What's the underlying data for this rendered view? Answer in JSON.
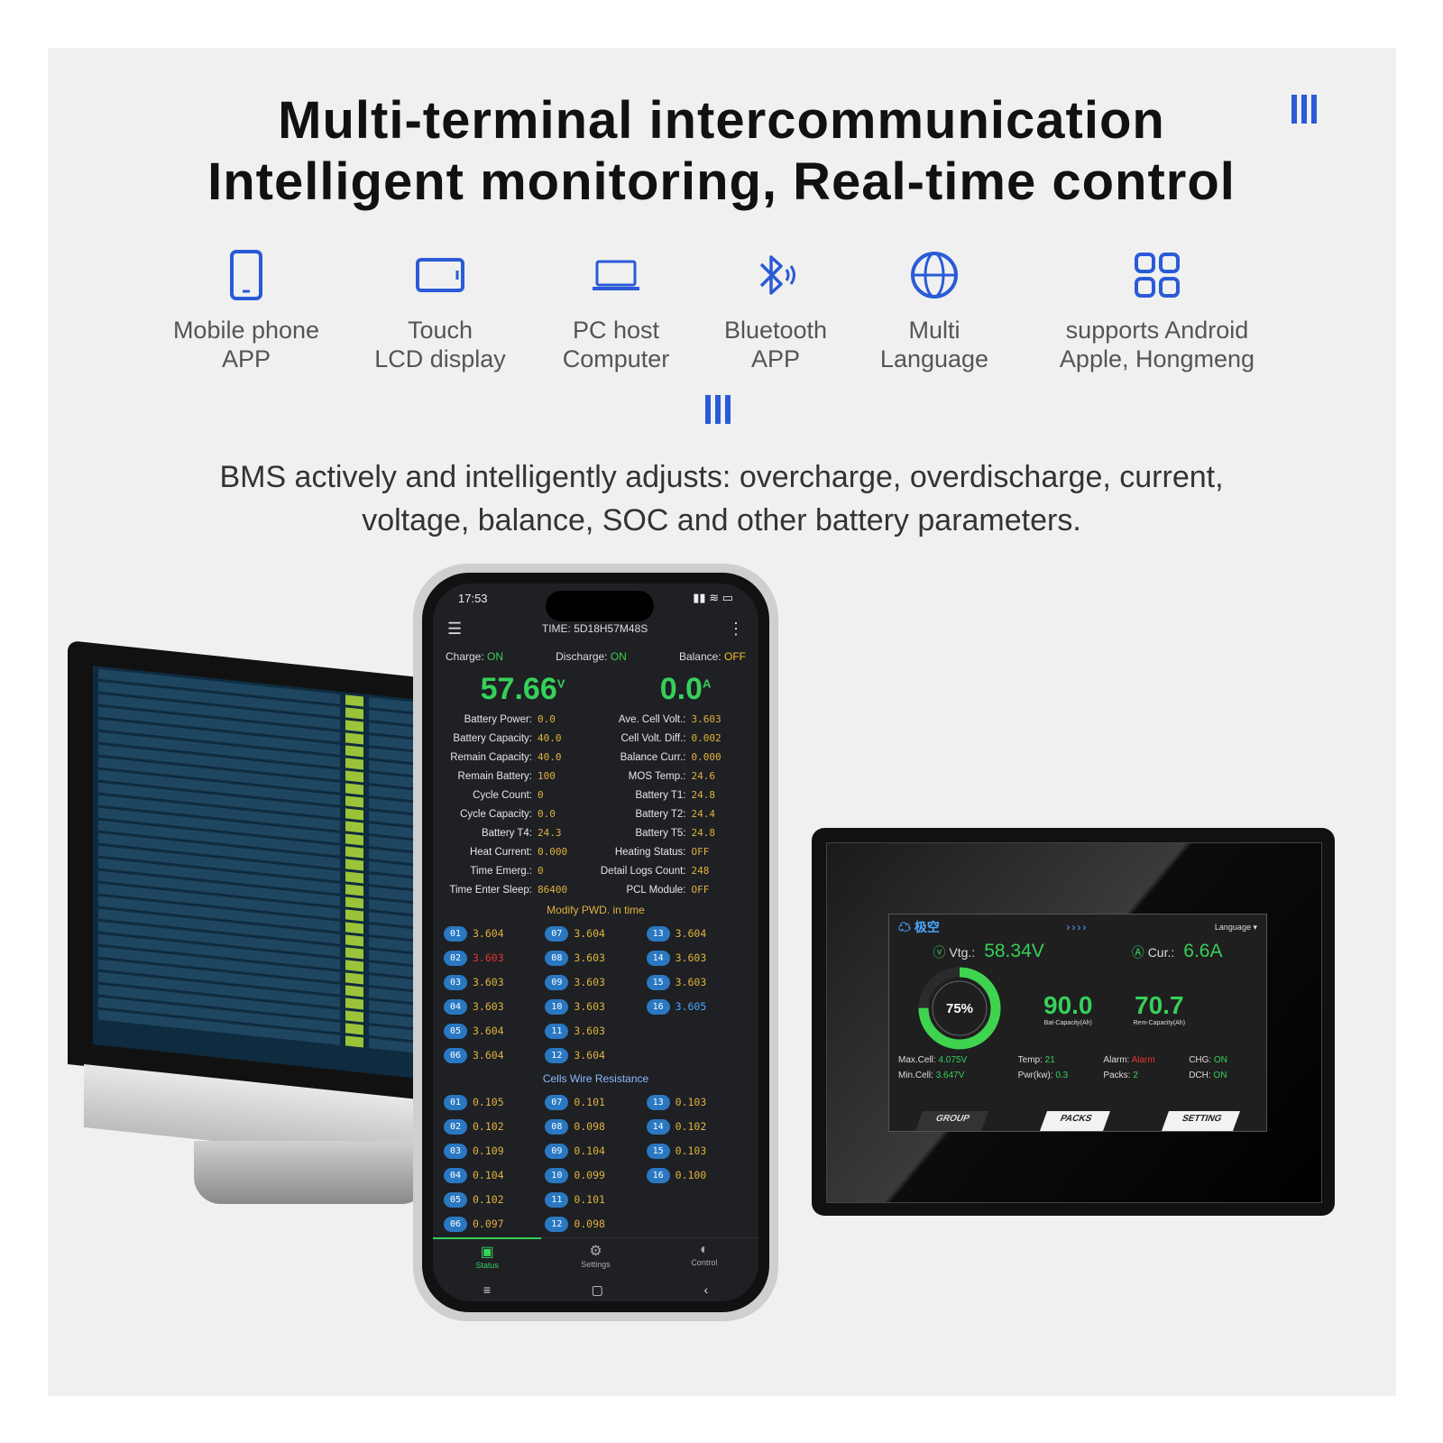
{
  "headline": {
    "line1": "Multi-terminal intercommunication",
    "line2": "Intelligent monitoring,  Real-time control"
  },
  "features": [
    {
      "icon": "mobile-phone-icon",
      "line1": "Mobile phone",
      "line2": "APP"
    },
    {
      "icon": "tablet-icon",
      "line1": "Touch",
      "line2": "LCD display"
    },
    {
      "icon": "laptop-icon",
      "line1": "PC host",
      "line2": "Computer"
    },
    {
      "icon": "bluetooth-icon",
      "line1": "Bluetooth",
      "line2": "APP"
    },
    {
      "icon": "globe-icon",
      "line1": "Multi",
      "line2": "Language"
    },
    {
      "icon": "apps-grid-icon",
      "line1": "supports Android",
      "line2": "Apple, Hongmeng"
    }
  ],
  "description": {
    "line1": "BMS actively and intelligently adjusts: overcharge, overdischarge, current,",
    "line2": "voltage, balance, SOC and other battery parameters."
  },
  "colors": {
    "accent": "#2a5bd7",
    "green": "#37d05a",
    "amber": "#e0b23c",
    "red": "#e8332f"
  },
  "phone": {
    "status_time": "17:53",
    "app_time": "TIME: 5D18H57M48S",
    "toggles": {
      "charge_label": "Charge:",
      "charge_value": "ON",
      "discharge_label": "Discharge:",
      "discharge_value": "ON",
      "balance_label": "Balance:",
      "balance_value": "OFF"
    },
    "voltage": "57.66",
    "voltage_unit": "V",
    "current": "0.0",
    "current_unit": "A",
    "params_left": [
      {
        "k": "Battery Power:",
        "v": "0.0"
      },
      {
        "k": "Battery Capacity:",
        "v": "40.0"
      },
      {
        "k": "Remain Capacity:",
        "v": "40.0"
      },
      {
        "k": "Remain Battery:",
        "v": "100"
      },
      {
        "k": "Cycle Count:",
        "v": "0"
      },
      {
        "k": "Cycle Capacity:",
        "v": "0.0"
      },
      {
        "k": "Battery T4:",
        "v": "24.3"
      },
      {
        "k": "Heat Current:",
        "v": "0.000"
      },
      {
        "k": "Time Emerg.:",
        "v": "0"
      },
      {
        "k": "Time Enter Sleep:",
        "v": "86400"
      }
    ],
    "params_right": [
      {
        "k": "Ave. Cell Volt.:",
        "v": "3.603"
      },
      {
        "k": "Cell Volt. Diff.:",
        "v": "0.002"
      },
      {
        "k": "Balance Curr.:",
        "v": "0.000"
      },
      {
        "k": "MOS Temp.:",
        "v": "24.6"
      },
      {
        "k": "Battery T1:",
        "v": "24.8"
      },
      {
        "k": "Battery T2:",
        "v": "24.4"
      },
      {
        "k": "Battery T5:",
        "v": "24.8"
      },
      {
        "k": "Heating Status:",
        "v": "OFF"
      },
      {
        "k": "Detail Logs Count:",
        "v": "248"
      },
      {
        "k": "PCL Module:",
        "v": "OFF"
      }
    ],
    "pwd_title": "Modify PWD. in time",
    "cells": [
      {
        "n": "01",
        "v": "3.604"
      },
      {
        "n": "07",
        "v": "3.604"
      },
      {
        "n": "13",
        "v": "3.604"
      },
      {
        "n": "02",
        "v": "3.603"
      },
      {
        "n": "08",
        "v": "3.603"
      },
      {
        "n": "14",
        "v": "3.603"
      },
      {
        "n": "03",
        "v": "3.603"
      },
      {
        "n": "09",
        "v": "3.603"
      },
      {
        "n": "15",
        "v": "3.603"
      },
      {
        "n": "04",
        "v": "3.603"
      },
      {
        "n": "10",
        "v": "3.603"
      },
      {
        "n": "16",
        "v": "3.605"
      },
      {
        "n": "05",
        "v": "3.604"
      },
      {
        "n": "11",
        "v": "3.603"
      },
      {
        "n": "",
        "v": ""
      },
      {
        "n": "06",
        "v": "3.604"
      },
      {
        "n": "12",
        "v": "3.604"
      },
      {
        "n": "",
        "v": ""
      }
    ],
    "resistance_title": "Cells Wire Resistance",
    "resistance": [
      {
        "n": "01",
        "v": "0.105"
      },
      {
        "n": "07",
        "v": "0.101"
      },
      {
        "n": "13",
        "v": "0.103"
      },
      {
        "n": "02",
        "v": "0.102"
      },
      {
        "n": "08",
        "v": "0.098"
      },
      {
        "n": "14",
        "v": "0.102"
      },
      {
        "n": "03",
        "v": "0.109"
      },
      {
        "n": "09",
        "v": "0.104"
      },
      {
        "n": "15",
        "v": "0.103"
      },
      {
        "n": "04",
        "v": "0.104"
      },
      {
        "n": "10",
        "v": "0.099"
      },
      {
        "n": "16",
        "v": "0.100"
      },
      {
        "n": "05",
        "v": "0.102"
      },
      {
        "n": "11",
        "v": "0.101"
      },
      {
        "n": "",
        "v": ""
      },
      {
        "n": "06",
        "v": "0.097"
      },
      {
        "n": "12",
        "v": "0.098"
      },
      {
        "n": "",
        "v": ""
      }
    ],
    "tabs": [
      "Status",
      "Settings",
      "Control"
    ]
  },
  "tablet": {
    "logo": "极空",
    "arrows": "››››",
    "language": "Language",
    "vtg_label": "Vtg.:",
    "vtg_value": "58.34V",
    "cur_label": "Cur.:",
    "cur_value": "6.6A",
    "soc": "75%",
    "soc_fraction": 0.75,
    "bat_capacity": "90.0",
    "bat_capacity_label": "Bat-Capacity(Ah)",
    "rem_capacity": "70.7",
    "rem_capacity_label": "Rem-Capacity(Ah)",
    "max_cell_label": "Max.Cell:",
    "max_cell": "4.075V",
    "min_cell_label": "Min.Cell:",
    "min_cell": "3.647V",
    "temp_label": "Temp:",
    "temp": "21",
    "pwr_label": "Pwr(kw):",
    "pwr": "0.3",
    "alarm_label": "Alarm:",
    "alarm": "Alarm",
    "packs_label": "Packs:",
    "packs": "2",
    "chg_label": "CHG:",
    "chg": "ON",
    "dch_label": "DCH:",
    "dch": "ON",
    "tabs": [
      "GROUP",
      "PACKS",
      "SETTING"
    ]
  }
}
